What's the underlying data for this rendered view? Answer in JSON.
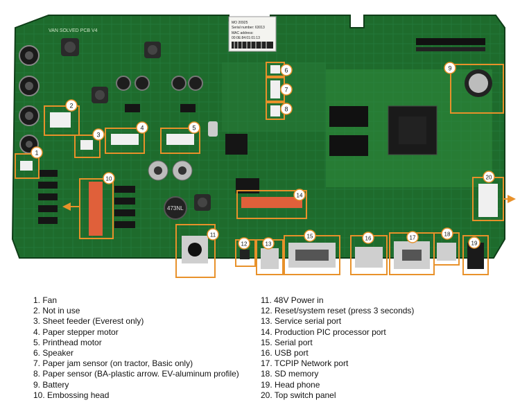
{
  "colors": {
    "board": "#1e6b2c",
    "board_dark": "#154f20",
    "board_light": "#2f8a3d",
    "callout": "#e8912a",
    "chip": "#1a1a1a",
    "metal": "#c9c9c9"
  },
  "board_labels": {
    "sticker_line1": "MO 20925",
    "sticker_line2": "Serial number: 63013",
    "sticker_line3": "MAC address:",
    "sticker_line4": "00:0E:84:01:01:13",
    "silk_left": "VAN SOLVED PCB V4",
    "inductor_mark": "473NL"
  },
  "callouts": [
    {
      "num": "1"
    },
    {
      "num": "2"
    },
    {
      "num": "3"
    },
    {
      "num": "4"
    },
    {
      "num": "5"
    },
    {
      "num": "6"
    },
    {
      "num": "7"
    },
    {
      "num": "8"
    },
    {
      "num": "9"
    },
    {
      "num": "10"
    },
    {
      "num": "11"
    },
    {
      "num": "12"
    },
    {
      "num": "13"
    },
    {
      "num": "14"
    },
    {
      "num": "15"
    },
    {
      "num": "16"
    },
    {
      "num": "17"
    },
    {
      "num": "18"
    },
    {
      "num": "19"
    },
    {
      "num": "20"
    }
  ],
  "legend": {
    "left": [
      "1. Fan",
      "2. Not in use",
      "3. Sheet feeder (Everest only)",
      "4. Paper stepper motor",
      "5. Printhead motor",
      "6. Speaker",
      "7. Paper jam sensor (on tractor, Basic only)",
      "8. Paper sensor (BA-plastic arrow. EV-aluminum profile)",
      "9. Battery",
      "10. Embossing head"
    ],
    "right": [
      "11. 48V Power in",
      "12. Reset/system reset (press 3 seconds)",
      "13. Service serial port",
      "14. Production PIC processor port",
      "15. Serial port",
      "16. USB port",
      "17. TCPIP Network port",
      "18. SD memory",
      "19. Head phone",
      "20. Top switch panel"
    ]
  }
}
